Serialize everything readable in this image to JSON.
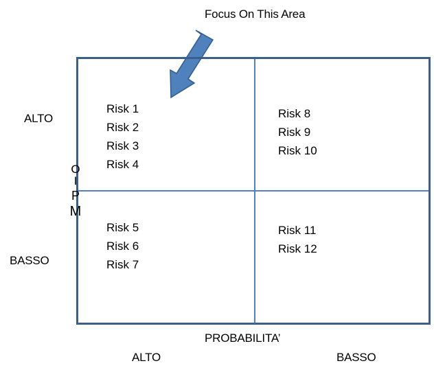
{
  "annotation": {
    "focus_label": "Focus On This Area"
  },
  "axes": {
    "impact": {
      "letters": [
        "O",
        "I",
        "P",
        "M"
      ],
      "high_label": "ALTO",
      "low_label": "BASSO"
    },
    "probability": {
      "title": "PROBABILITA’",
      "high_label": "ALTO",
      "low_label": "BASSO"
    }
  },
  "quadrants": {
    "high_impact_high_prob": [
      "Risk 1",
      "Risk 2",
      "Risk 3",
      "Risk 4"
    ],
    "high_impact_low_prob": [
      "Risk 8",
      "Risk 9",
      "Risk 10"
    ],
    "low_impact_high_prob": [
      "Risk 5",
      "Risk 6",
      "Risk 7"
    ],
    "low_impact_low_prob": [
      "Risk 11",
      "Risk 12"
    ]
  },
  "colors": {
    "frame": "#3a5f8c",
    "grid": "#4f81bd",
    "arrow_fill": "#4f81bd",
    "arrow_stroke": "#2f5b8f"
  }
}
